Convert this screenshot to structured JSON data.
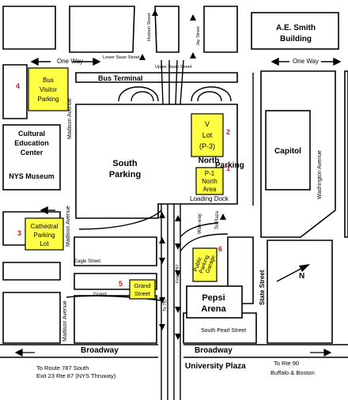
{
  "buildings": {
    "ae_smith": [
      "A.E. Smith",
      "Building"
    ],
    "capitol": "Capitol",
    "cultural": [
      "Cultural",
      "Education",
      "Center"
    ],
    "museum": "NYS Museum",
    "south_parking": [
      "South",
      "Parking"
    ],
    "north_parking": [
      "North",
      "Parking"
    ],
    "pepsi": [
      "Pepsi",
      "Arena"
    ],
    "bus_terminal": "Bus Terminal",
    "loading_dock": "Loading Dock"
  },
  "lots": {
    "bus_visitor": {
      "number": "4",
      "lines": [
        "Bus",
        "Visitor",
        "Parking"
      ]
    },
    "v_lot": {
      "number": "2",
      "lines": [
        "V",
        "Lot",
        "(P-3)"
      ]
    },
    "p1": {
      "number": "1",
      "lines": [
        "P-1",
        "North",
        "Area"
      ]
    },
    "cathedral": {
      "number": "3",
      "lines": [
        "Cathedral",
        "Parking",
        "Lot"
      ]
    },
    "grand_street": {
      "number": "5",
      "lines": [
        "Grand",
        "Street"
      ]
    },
    "garage": {
      "number": "6",
      "lines": [
        "Public",
        "Parking",
        "Garage"
      ]
    }
  },
  "streets": {
    "hudson": "Hudson Street",
    "jay": "Jay Street",
    "lower_swan": "Lower Swan Street",
    "upper_swan": "Upper Swan Street",
    "one_way_left": "One Way",
    "one_way_right": "One Way",
    "madison_top": "Madison Avenue",
    "madison_mid": "Madison Avenue",
    "madison_bottom": "Madison Avenue",
    "washington": "Washington Avenue",
    "eagle": "Eagle Street",
    "grand": "Grand",
    "state": "State Street",
    "to787_left": "To 787",
    "from787": "From 787",
    "south_pearl": "South Pearl Street",
    "broadway_left": "Broadway",
    "broadway_right": "Broadway",
    "walkway": "Walk-\nway",
    "to_plaza": "To\nPlaza",
    "university_plaza": "University Plaza"
  },
  "directions": {
    "route787": [
      "To Route 787 South",
      "Exit 23 Rte 87 (NYS Thruway)"
    ],
    "rte90": [
      "To Rte 90",
      "Buffalo & Boston"
    ]
  },
  "compass": "N"
}
